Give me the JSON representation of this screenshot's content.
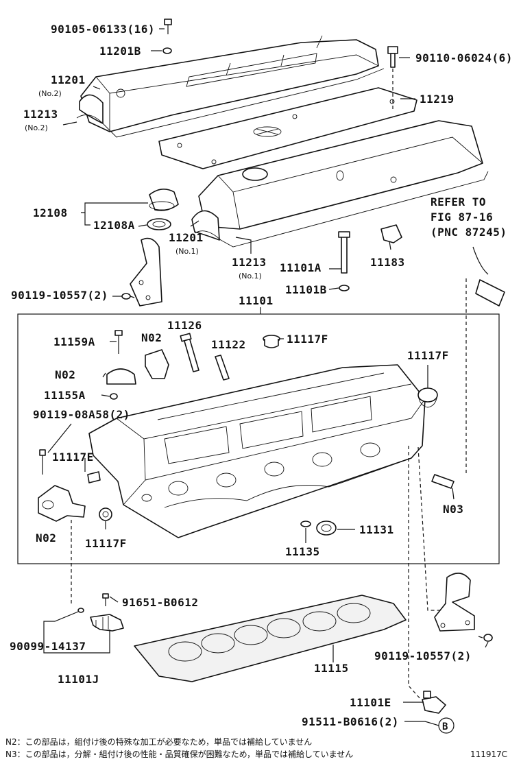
{
  "labels": {
    "p90105": "90105-06133(16)",
    "p11201B": "11201B",
    "p11201_no2": "11201",
    "no2_a": "(No.2)",
    "p11213_no2": "11213",
    "no2_b": "(No.2)",
    "p90110": "90110-06024(6)",
    "p11219": "11219",
    "refer1": "REFER TO",
    "refer2": "FIG 87-16",
    "refer3": "(PNC 87245)",
    "p12108": "12108",
    "p12108A": "12108A",
    "p11201_no1": "11201",
    "no1_a": "(No.1)",
    "p11213_no1": "11213",
    "no1_b": "(No.1)",
    "p11101A": "11101A",
    "p11101B": "11101B",
    "p11183": "11183",
    "p90119_top": "90119-10557(2)",
    "p11101": "11101",
    "p11126": "11126",
    "p11159A": "11159A",
    "n02_a": "N02",
    "p11122": "11122",
    "p11117F_a": "11117F",
    "p11117F_b": "11117F",
    "n02_b": "N02",
    "p11155A": "11155A",
    "p90119_08": "90119-08A58(2)",
    "p11117E": "11117E",
    "n02_c": "N02",
    "p11117F_c": "11117F",
    "n03": "N03",
    "p11131": "11131",
    "p11135": "11135",
    "p91651": "91651-B0612",
    "p90099": "90099-14137",
    "p11101J": "11101J",
    "p11115": "11115",
    "p90119_bot": "90119-10557(2)",
    "p11101E": "11101E",
    "p91511": "91511-B0616(2)",
    "circle_b": "B"
  },
  "notes": {
    "n2": "N2：この部品は，組付け後の特殊な加工が必要なため，単品では補給していません",
    "n3": "N3：この部品は，分解・組付け後の性能・品質確保が困難なため，単品では補給していません"
  },
  "figure_id": "111917C"
}
